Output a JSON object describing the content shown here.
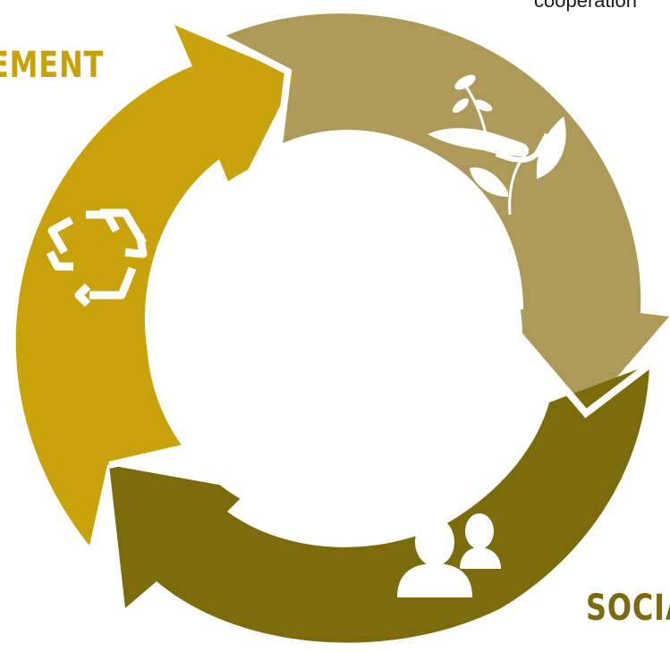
{
  "labels": {
    "top_right": "cooperation",
    "left": "EMENT",
    "bottom_right": "SOCIA"
  },
  "colors": {
    "top_arrow": "#ad9a58",
    "bottom_arrow": "#7c6b0b",
    "left_arrow": "#c8a208",
    "icon": "#ffffff",
    "background": "#ffffff"
  },
  "icons": {
    "top": "plant-in-hand-icon",
    "left": "recycle-icon",
    "bottom": "users-icon"
  }
}
